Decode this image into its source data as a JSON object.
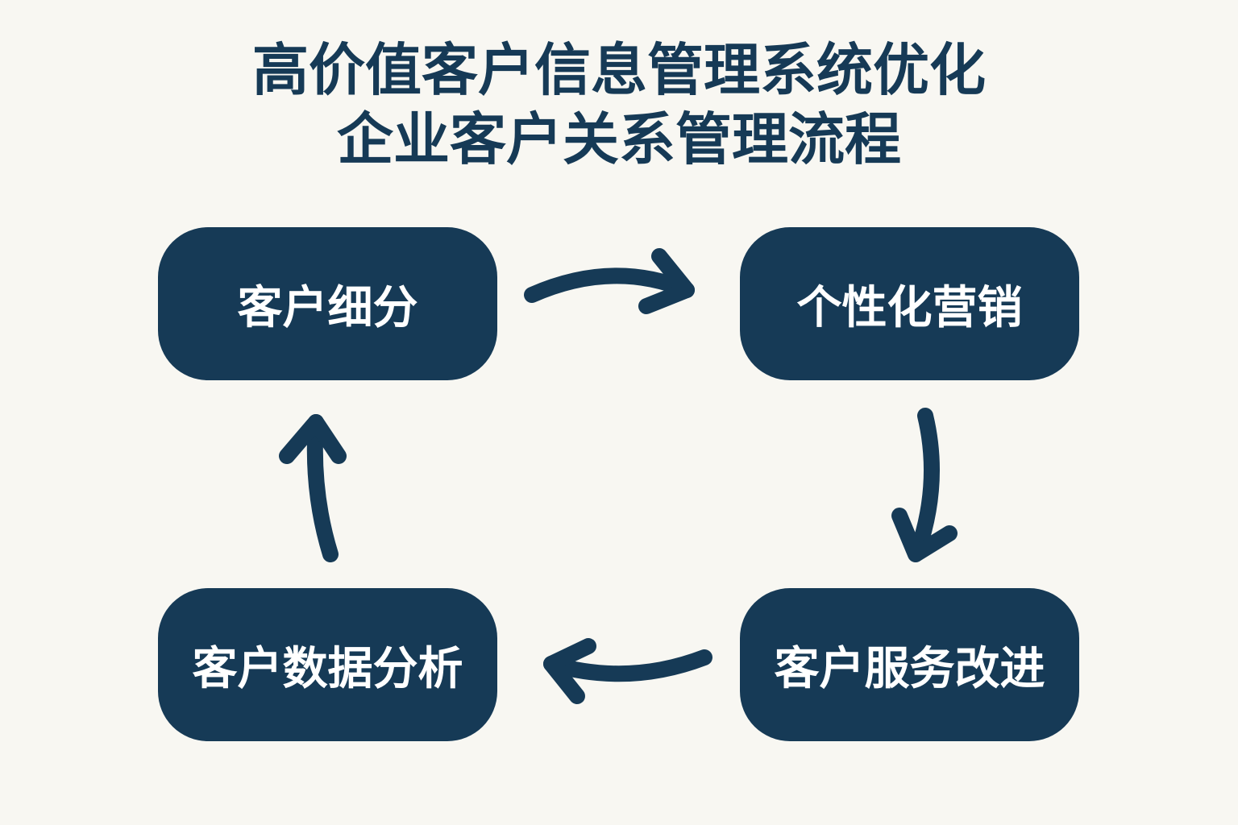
{
  "title": {
    "line1": "高价值客户信息管理系统优化",
    "line2": "企业客户关系管理流程"
  },
  "steps": [
    {
      "label": "客户细分"
    },
    {
      "label": "个性化营销"
    },
    {
      "label": "客户服务改进"
    },
    {
      "label": "客户数据分析"
    }
  ],
  "colors": {
    "background": "#f8f7f2",
    "primary": "#163a56",
    "text_on_primary": "#ffffff"
  }
}
